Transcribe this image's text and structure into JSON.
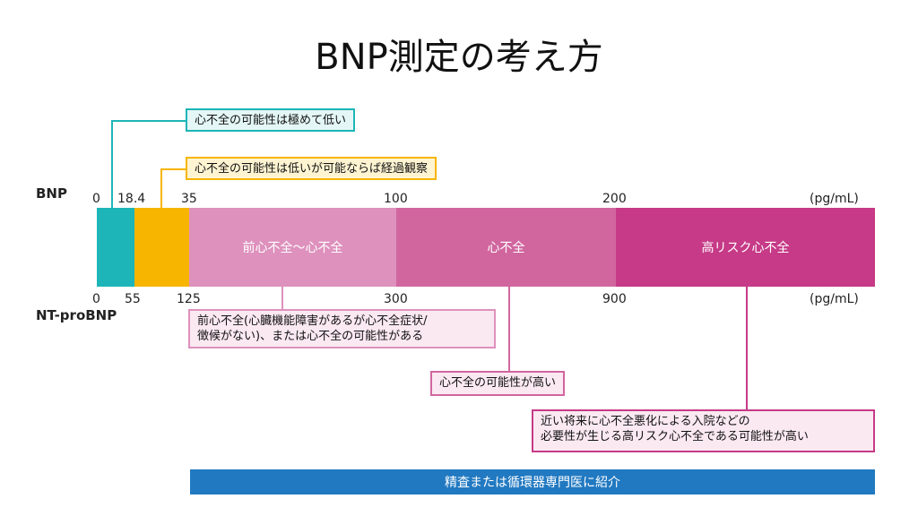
{
  "title": "BNP測定の考え方",
  "axes": {
    "bnp_label": "BNP",
    "ntprobnp_label": "NT-proBNP",
    "unit": "(pg/mL)",
    "bnp_ticks": [
      "0",
      "18.4",
      "35",
      "100",
      "200"
    ],
    "ntprobnp_ticks": [
      "0",
      "55",
      "125",
      "300",
      "900"
    ]
  },
  "segments": [
    {
      "label": "",
      "color": "#1db5b7"
    },
    {
      "label": "",
      "color": "#f7b500"
    },
    {
      "label": "前心不全〜心不全",
      "color": "#de91bd"
    },
    {
      "label": "心不全",
      "color": "#d1669f"
    },
    {
      "label": "高リスク心不全",
      "color": "#c63a87"
    }
  ],
  "callouts": {
    "very_low": "心不全の可能性は極めて低い",
    "low_observe": "心不全の可能性は低いが可能ならば経過観察",
    "pre_hf_line1": "前心不全(心臓機能障害があるが心不全症状/",
    "pre_hf_line2": "徴候がない)、または心不全の可能性がある",
    "high": "心不全の可能性が高い",
    "high_risk_line1": "近い将来に心不全悪化による入院などの",
    "high_risk_line2": "必要性が生じる高リスク心不全である可能性が高い"
  },
  "referral": "精査または循環器専門医に紹介"
}
